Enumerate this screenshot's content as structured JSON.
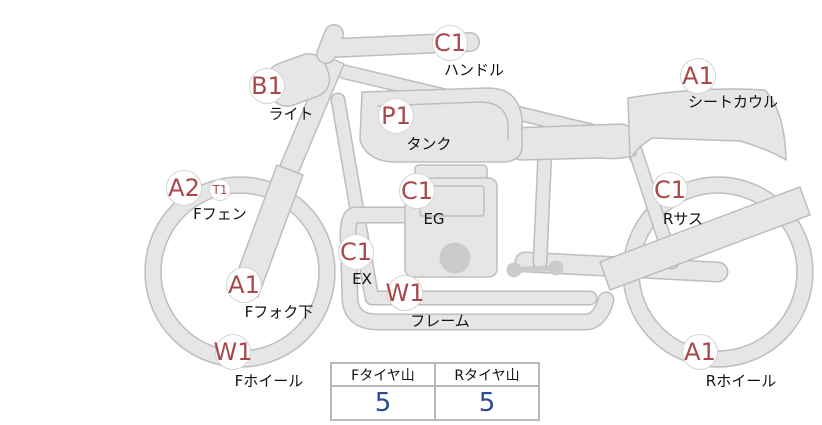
{
  "colors": {
    "grade_text": "#a9484a",
    "tire_value_text": "#2c4b8f",
    "bike_fill": "#e6e6e6",
    "bike_outline": "#bdbdbd"
  },
  "parts": {
    "handle": {
      "grade": "C1",
      "label": "ハンドル"
    },
    "light": {
      "grade": "B1",
      "label": "ライト"
    },
    "tank": {
      "grade": "P1",
      "label": "タンク"
    },
    "seat_cowl": {
      "grade": "A1",
      "label": "シートカウル"
    },
    "front_fender": {
      "grade": "A2",
      "sub_grade": "T1",
      "label": "Fフェン"
    },
    "engine": {
      "grade": "C1",
      "label": "EG"
    },
    "rear_suspension": {
      "grade": "C1",
      "label": "Rサス"
    },
    "exhaust": {
      "grade": "C1",
      "label": "EX"
    },
    "front_fork_lower": {
      "grade": "A1",
      "label": "Fフォク下"
    },
    "frame": {
      "grade": "W1",
      "label": "フレーム"
    },
    "front_wheel": {
      "grade": "W1",
      "label": "Fホイール"
    },
    "rear_wheel": {
      "grade": "A1",
      "label": "Rホイール"
    }
  },
  "tire_table": {
    "headers": [
      "Fタイヤ山",
      "Rタイヤ山"
    ],
    "values": [
      "5",
      "5"
    ]
  }
}
